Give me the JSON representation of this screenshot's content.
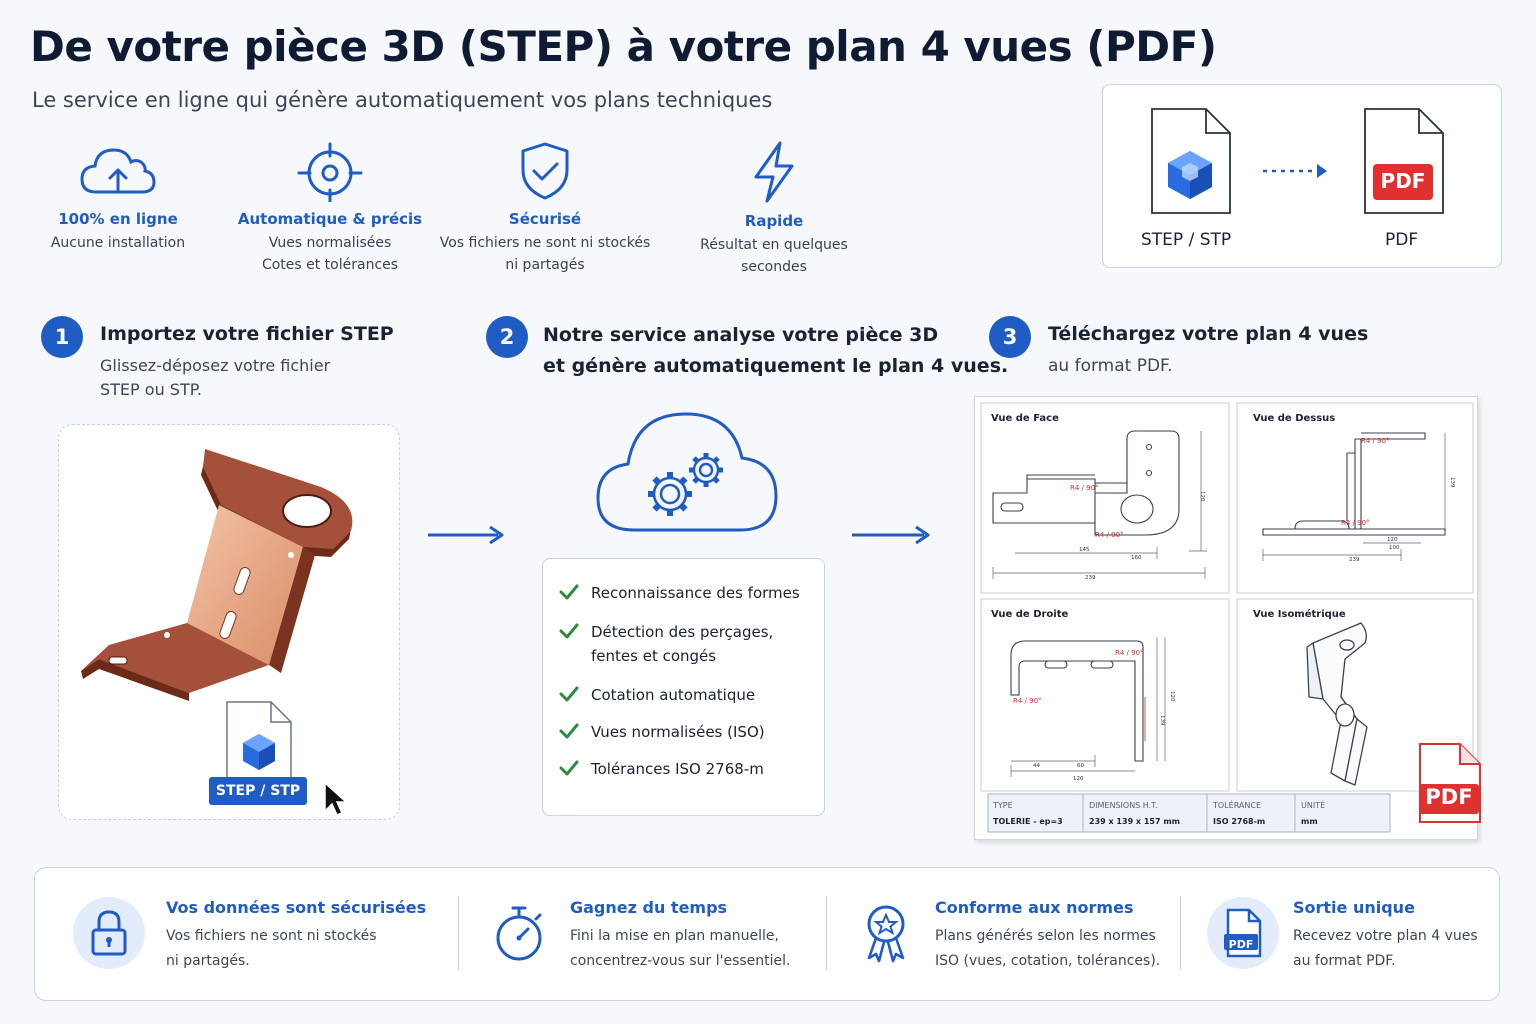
{
  "header": {
    "title": "De votre pièce 3D (STEP) à votre plan 4 vues (PDF)",
    "subtitle": "Le service en ligne qui génère automatiquement vos plans techniques"
  },
  "features": [
    {
      "icon": "cloud-upload-icon",
      "title": "100% en ligne",
      "line1": "Aucune installation",
      "line2": ""
    },
    {
      "icon": "crosshair-icon",
      "title": "Automatique & précis",
      "line1": "Vues normalisées",
      "line2": "Cotes et tolérances"
    },
    {
      "icon": "shield-check-icon",
      "title": "Sécurisé",
      "line1": "Vos fichiers ne sont ni stockés",
      "line2": "ni partagés"
    },
    {
      "icon": "lightning-icon",
      "title": "Rapide",
      "line1": "Résultat en quelques",
      "line2": "secondes"
    }
  ],
  "conversion": {
    "from_label": "STEP / STP",
    "to_label": "PDF",
    "pdf_badge": "PDF"
  },
  "steps": [
    {
      "number": "1",
      "title": "Importez votre fichier STEP",
      "desc1": "Glissez-déposez votre fichier",
      "desc2": "STEP ou STP."
    },
    {
      "number": "2",
      "title": "Notre service analyse votre pièce 3D",
      "title2": "et génère automatiquement le plan 4 vues."
    },
    {
      "number": "3",
      "title": "Téléchargez votre plan 4 vues",
      "desc1": "au format PDF."
    }
  ],
  "upload_badge": "STEP / STP",
  "checklist": [
    {
      "line1": "Reconnaissance des formes",
      "line2": ""
    },
    {
      "line1": "Détection des perçages,",
      "line2": "fentes et congés"
    },
    {
      "line1": "Cotation automatique",
      "line2": ""
    },
    {
      "line1": "Vues normalisées (ISO)",
      "line2": ""
    },
    {
      "line1": "Tolérances ISO 2768-m",
      "line2": ""
    }
  ],
  "drawing": {
    "views": [
      "Vue de Face",
      "Vue de Dessus",
      "Vue de Droite",
      "Vue Isométrique"
    ],
    "title_block": {
      "type_label": "TYPE",
      "type_value": "TOLERIE - ep=3",
      "dim_label": "DIMENSIONS H.T.",
      "dim_value": "239 x 139 x 157 mm",
      "tol_label": "TOLÉRANCE",
      "tol_value": "ISO 2768-m",
      "unit_label": "UNITÉ",
      "unit_value": "mm"
    },
    "pdf_badge": "PDF",
    "annotations": {
      "r1": "R4 / 90°",
      "r2": "R4 / 90°",
      "r3": "R4 / 90°",
      "r4": "R4 / 90°",
      "r5": "R4 / 90°",
      "r6": "R4 / 90°",
      "d1": "239",
      "d2": "145",
      "d3": "120",
      "d4": "160",
      "d5": "139",
      "d6": "120",
      "d7": "100",
      "d8": "239",
      "d9": "120",
      "d10": "44",
      "d11": "60",
      "d12": "120",
      "d13": "139"
    }
  },
  "benefits": [
    {
      "icon": "lock-icon",
      "title": "Vos données sont sécurisées",
      "line1": "Vos fichiers ne sont ni stockés",
      "line2": "ni partagés."
    },
    {
      "icon": "stopwatch-icon",
      "title": "Gagnez du temps",
      "line1": "Fini la mise en plan manuelle,",
      "line2": "concentrez-vous sur l'essentiel."
    },
    {
      "icon": "award-icon",
      "title": "Conforme aux normes",
      "line1": "Plans générés selon les normes",
      "line2": "ISO (vues, cotation, tolérances)."
    },
    {
      "icon": "pdf-file-icon",
      "title": "Sortie unique",
      "line1": "Recevez votre plan 4 vues",
      "line2": "au format PDF."
    }
  ],
  "benefit_pdf_badge": "PDF",
  "colors": {
    "accent": "#1f5cc4",
    "pdf_red": "#e03131",
    "check_green": "#2e8b3d",
    "copper": "#e6a27f"
  }
}
